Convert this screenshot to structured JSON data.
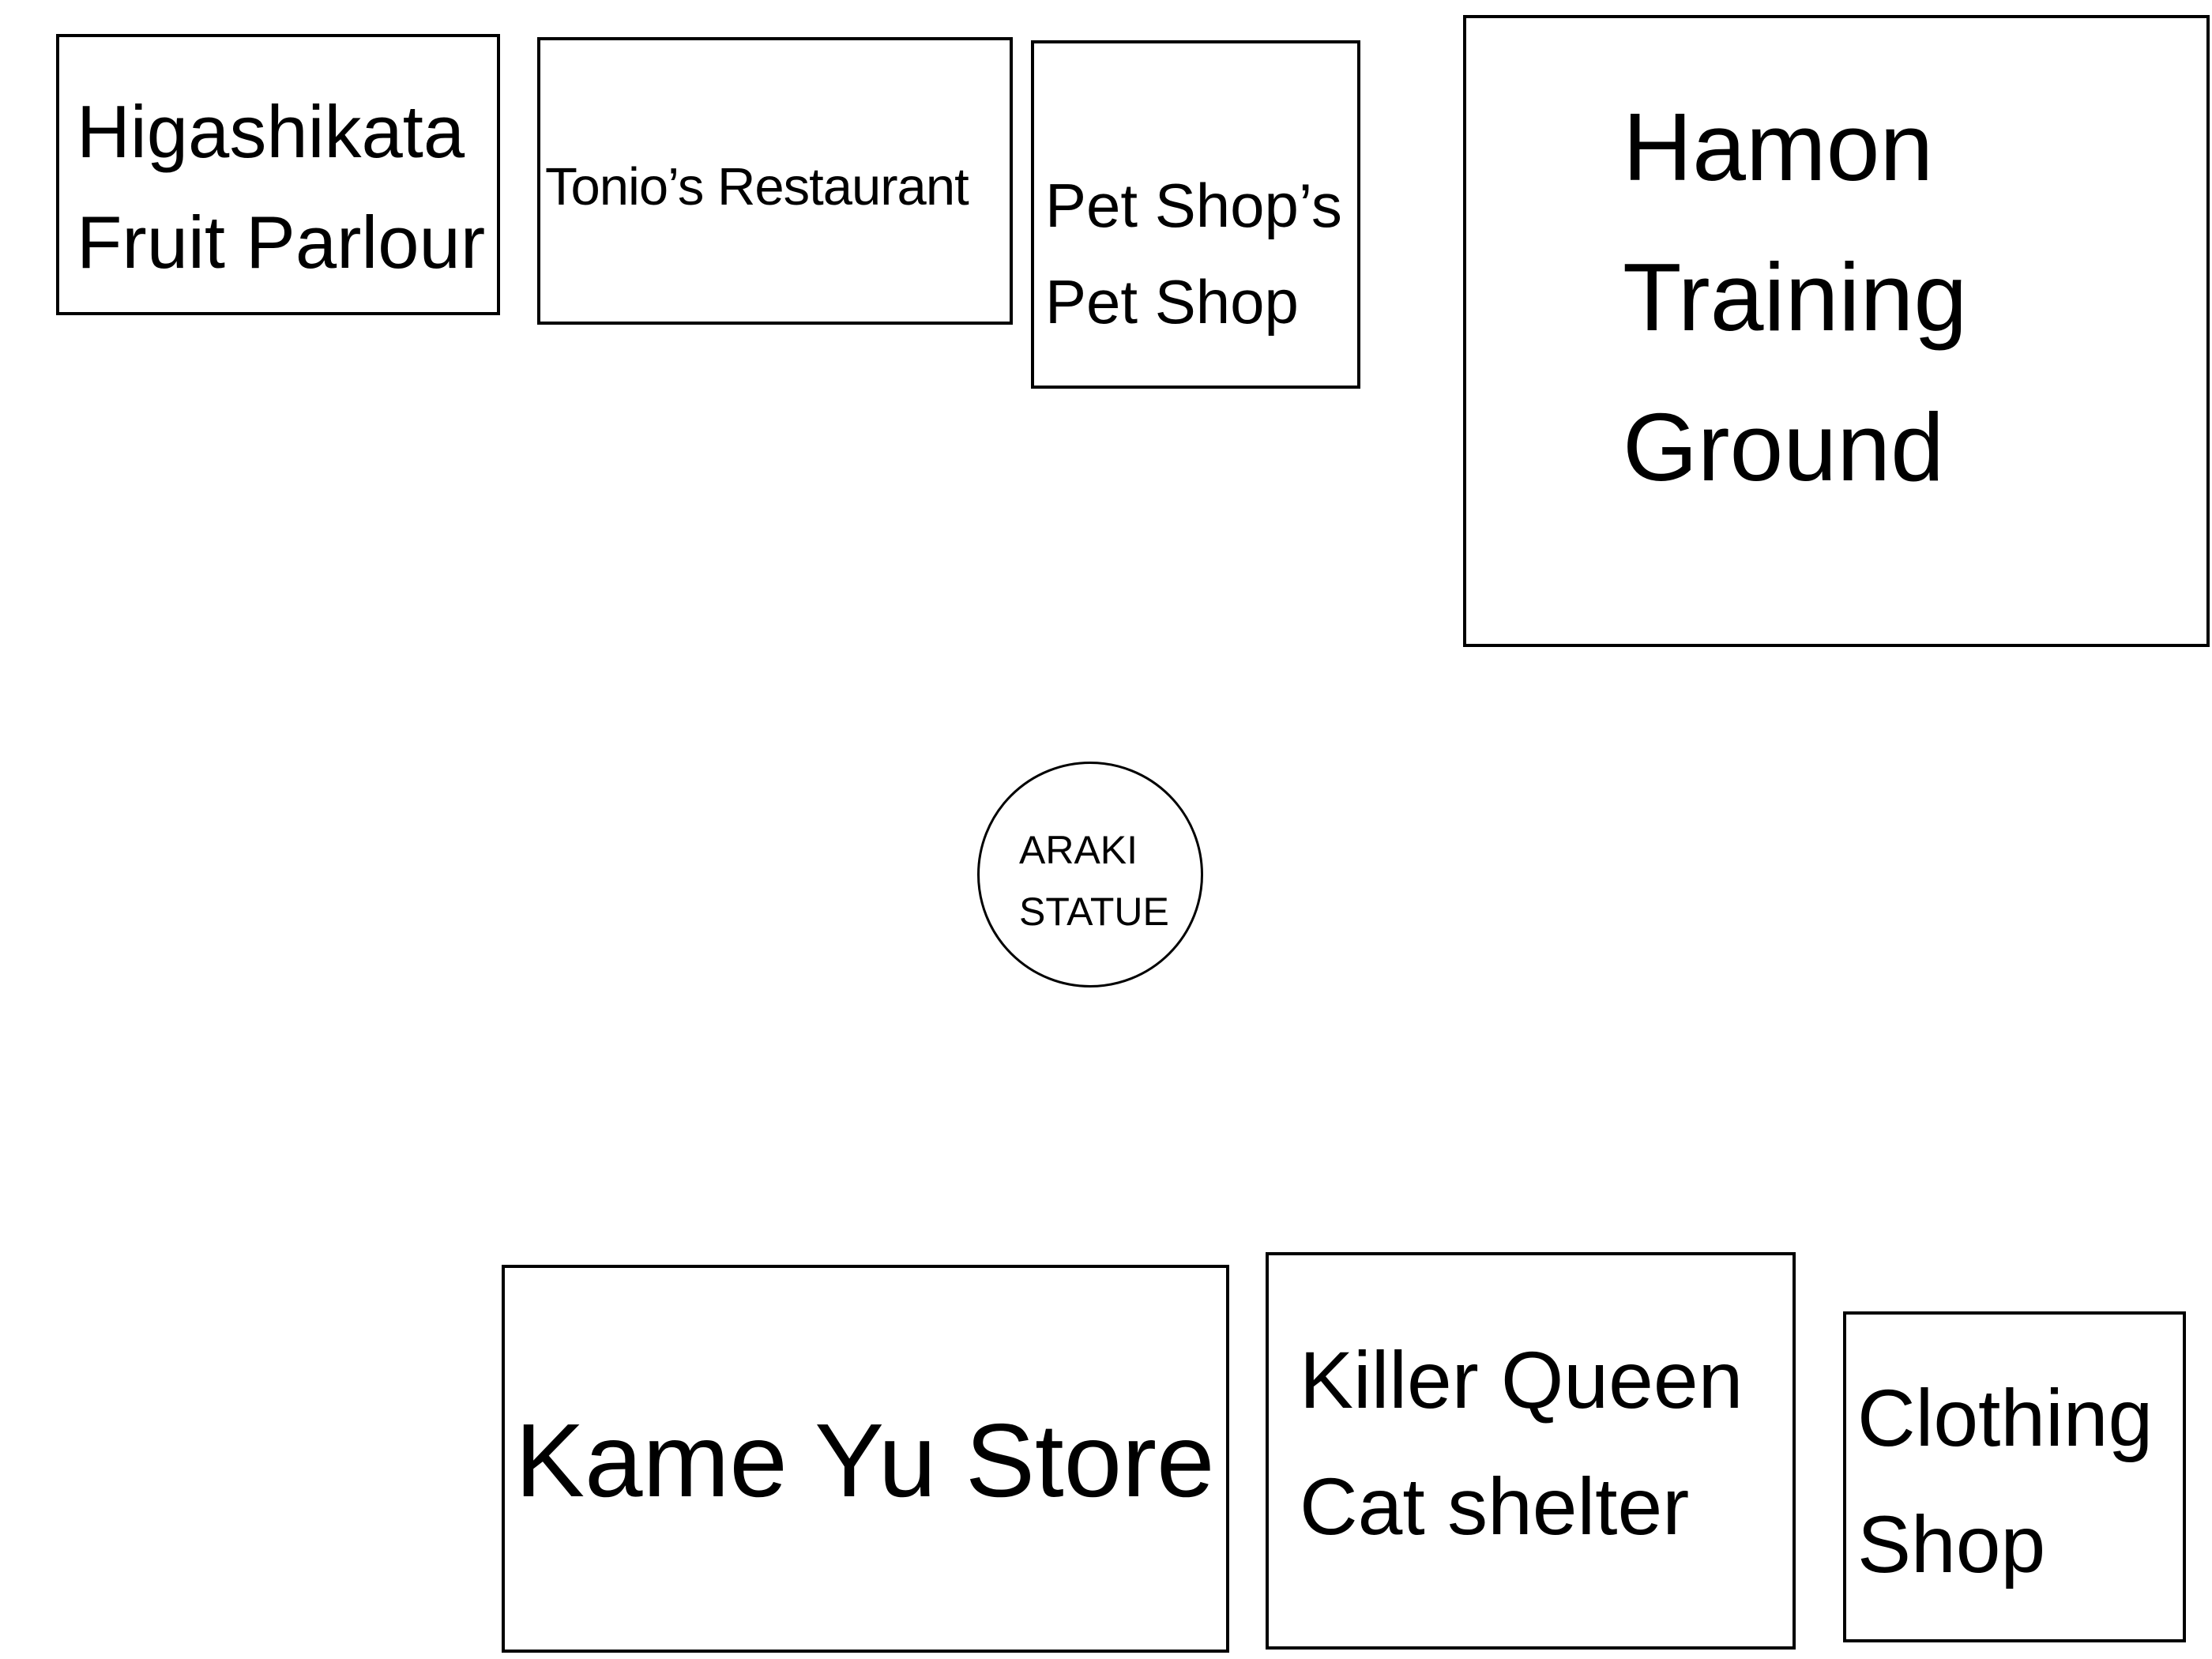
{
  "map": {
    "buildings": [
      {
        "id": "fruit-parlour",
        "lines": [
          "Higashikata",
          "Fruit Parlour"
        ]
      },
      {
        "id": "tonios-restaurant",
        "lines": [
          "Tonio’s Restaurant"
        ]
      },
      {
        "id": "pet-shop",
        "lines": [
          "Pet Shop’s",
          "Pet Shop"
        ]
      },
      {
        "id": "hamon-training-ground",
        "lines": [
          "Hamon",
          "Training",
          "Ground"
        ]
      },
      {
        "id": "kame-yu-store",
        "lines": [
          "Kame Yu Store"
        ]
      },
      {
        "id": "killer-queen-cat-shelter",
        "lines": [
          "Killer Queen",
          "Cat shelter"
        ]
      },
      {
        "id": "clothing-shop",
        "lines": [
          "Clothing",
          "Shop"
        ]
      }
    ],
    "landmark": {
      "lines": [
        "ARAKI",
        "STATUE"
      ]
    }
  }
}
